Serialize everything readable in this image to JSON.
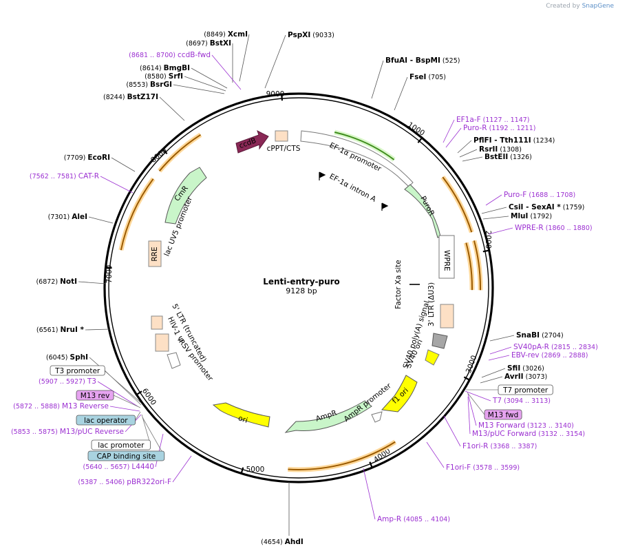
{
  "credit": {
    "prefix": "Created by",
    "brand": "SnapGene"
  },
  "plasmid": {
    "name": "Lenti-entry-puro",
    "length_label": "9128 bp",
    "total_bp": 9128
  },
  "colors": {
    "primer": "#9b2fd1",
    "orange_feature": "#f5a623",
    "ori_yellow": "#ffff00",
    "green_arrow": "#c9f5c9"
  },
  "ticks": [
    {
      "bp": 1000,
      "label": "1000"
    },
    {
      "bp": 2000,
      "label": "2000"
    },
    {
      "bp": 3000,
      "label": "3000"
    },
    {
      "bp": 4000,
      "label": "4000"
    },
    {
      "bp": 5000,
      "label": "5000"
    },
    {
      "bp": 6000,
      "label": "6000"
    },
    {
      "bp": 7000,
      "label": "7000"
    },
    {
      "bp": 8000,
      "label": "8000"
    },
    {
      "bp": 9000,
      "label": "9000"
    }
  ],
  "enzymes": [
    {
      "name": "PspXI",
      "pos": "(9033)"
    },
    {
      "name": "XcmI",
      "pos": "(8849)"
    },
    {
      "name": "BstXI",
      "pos": "(8697)"
    },
    {
      "name": "BmgBI",
      "pos": "(8614)"
    },
    {
      "name": "SrfI",
      "pos": "(8580)"
    },
    {
      "name": "BsrGI",
      "pos": "(8553)"
    },
    {
      "name": "BstZ17I",
      "pos": "(8244)"
    },
    {
      "name": "EcoRI",
      "pos": "(7709)"
    },
    {
      "name": "AleI",
      "pos": "(7301)"
    },
    {
      "name": "NotI",
      "pos": "(6872)"
    },
    {
      "name": "NruI *",
      "pos": "(6561)"
    },
    {
      "name": "SphI",
      "pos": "(6045)"
    },
    {
      "name": "BfuAI",
      "pos": "(525)",
      "alias": "- BspMI"
    },
    {
      "name": "FseI",
      "pos": "(705)"
    },
    {
      "name": "PflFI",
      "pos": "(1234)",
      "alias": "- Tth111I"
    },
    {
      "name": "RsrII",
      "pos": "(1308)"
    },
    {
      "name": "BstEII",
      "pos": "(1326)"
    },
    {
      "name": "CsiI",
      "pos": "(1759)",
      "alias": "- SexAI *"
    },
    {
      "name": "MluI",
      "pos": "(1792)"
    },
    {
      "name": "SnaBI",
      "pos": "(2704)"
    },
    {
      "name": "SfiI",
      "pos": "(3026)"
    },
    {
      "name": "AvrII",
      "pos": "(3073)"
    },
    {
      "name": "AhdI",
      "pos": "(4654)"
    }
  ],
  "primers": [
    {
      "name": "ccdB-fwd",
      "pos": "(8681 .. 8700)"
    },
    {
      "name": "CAT-R",
      "pos": "(7562 .. 7581)"
    },
    {
      "name": "EF1a-F",
      "pos": "(1127 .. 1147)"
    },
    {
      "name": "Puro-R",
      "pos": "(1192 .. 1211)"
    },
    {
      "name": "Puro-F",
      "pos": "(1688 .. 1708)"
    },
    {
      "name": "WPRE-R",
      "pos": "(1860 .. 1880)"
    },
    {
      "name": "SV40pA-R",
      "pos": "(2815 .. 2834)"
    },
    {
      "name": "EBV-rev",
      "pos": "(2869 .. 2888)"
    },
    {
      "name": "T7",
      "pos": "(3094 .. 3113)"
    },
    {
      "name": "M13 Forward",
      "pos": "(3123 .. 3140)"
    },
    {
      "name": "M13/pUC Forward",
      "pos": "(3132 .. 3154)"
    },
    {
      "name": "F1ori-R",
      "pos": "(3368 .. 3387)"
    },
    {
      "name": "F1ori-F",
      "pos": "(3578 .. 3599)"
    },
    {
      "name": "Amp-R",
      "pos": "(4085 .. 4104)"
    },
    {
      "name": "T3",
      "pos": "(5907 .. 5927)"
    },
    {
      "name": "M13 Reverse",
      "pos": "(5872 .. 5888)"
    },
    {
      "name": "M13/pUC Reverse",
      "pos": "(5853 .. 5875)"
    },
    {
      "name": "L4440",
      "pos": "(5640 .. 5657)"
    },
    {
      "name": "pBR322ori-F",
      "pos": "(5387 .. 5406)"
    }
  ],
  "boxed_features": [
    {
      "name": "T3 promoter",
      "fill": "#ffffff"
    },
    {
      "name": "M13 rev",
      "fill": "#e6a3f0"
    },
    {
      "name": "lac operator",
      "fill": "#a9d3e0"
    },
    {
      "name": "lac promoter",
      "fill": "#ffffff"
    },
    {
      "name": "CAP binding site",
      "fill": "#a9d3e0"
    },
    {
      "name": "T7 promoter",
      "fill": "#ffffff"
    },
    {
      "name": "M13 fwd",
      "fill": "#e6a3f0"
    }
  ],
  "features": [
    {
      "name": "EF-1α promoter"
    },
    {
      "name": "EF-1α intron A"
    },
    {
      "name": "PuroR"
    },
    {
      "name": "WPRE"
    },
    {
      "name": "3' LTR (ΔU3)"
    },
    {
      "name": "SV40 poly(A) signal"
    },
    {
      "name": "SV40 ori"
    },
    {
      "name": "f1 ori"
    },
    {
      "name": "AmpR promoter"
    },
    {
      "name": "AmpR"
    },
    {
      "name": "ori"
    },
    {
      "name": "RSV promoter"
    },
    {
      "name": "5' LTR (truncated)"
    },
    {
      "name": "HIV-1 Ψ"
    },
    {
      "name": "RRE"
    },
    {
      "name": "lac UV5 promoter"
    },
    {
      "name": "CmR"
    },
    {
      "name": "ccdB"
    },
    {
      "name": "cPPT/CTS"
    },
    {
      "name": "Factor Xa site"
    }
  ]
}
